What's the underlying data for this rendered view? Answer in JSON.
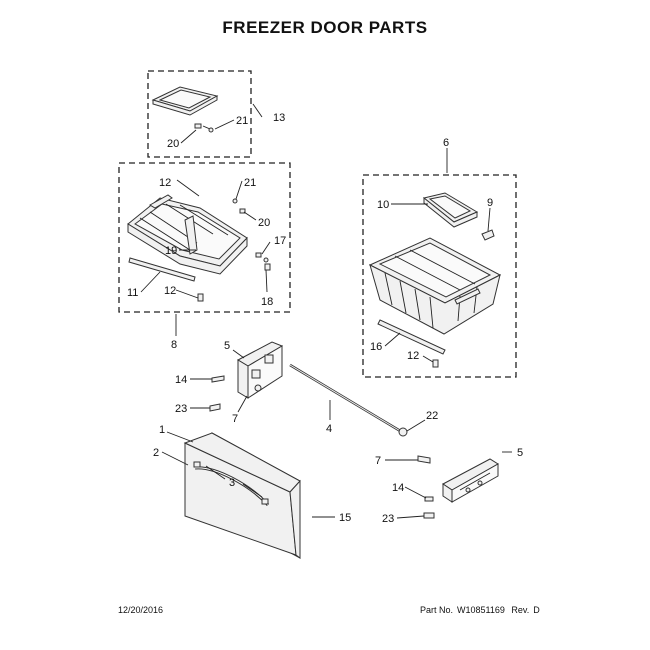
{
  "title": "FREEZER DOOR PARTS",
  "footer": {
    "date": "12/20/2016",
    "part_no_label": "Part No.",
    "part_no": "W10851169",
    "rev_label": "Rev.",
    "rev": "D"
  },
  "callouts": {
    "c13": "13",
    "c21a": "21",
    "c20a": "20",
    "c12a": "12",
    "c21b": "21",
    "c20b": "20",
    "c19": "19",
    "c17": "17",
    "c11": "11",
    "c12b": "12",
    "c18": "18",
    "c8": "8",
    "c6": "6",
    "c10": "10",
    "c9": "9",
    "c16": "16",
    "c12c": "12",
    "c5a": "5",
    "c14a": "14",
    "c23a": "23",
    "c7a": "7",
    "c4": "4",
    "c22": "22",
    "c5b": "5",
    "c7b": "7",
    "c14b": "14",
    "c23b": "23",
    "c1": "1",
    "c2": "2",
    "c3": "3",
    "c15": "15"
  }
}
